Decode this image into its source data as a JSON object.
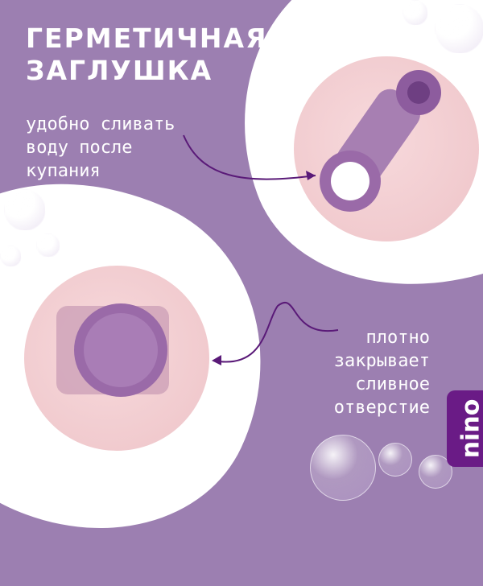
{
  "title": [
    "Герметичная",
    "заглушка"
  ],
  "callout1": [
    "удобно сливать",
    "воду после",
    "купания"
  ],
  "callout2": [
    "плотно",
    "закрывает",
    "сливное",
    "отверстие"
  ],
  "logo": "nino",
  "colors": {
    "background": "#9c7fb1",
    "logo": "#6a1b86",
    "product": "#9a6aa8"
  }
}
